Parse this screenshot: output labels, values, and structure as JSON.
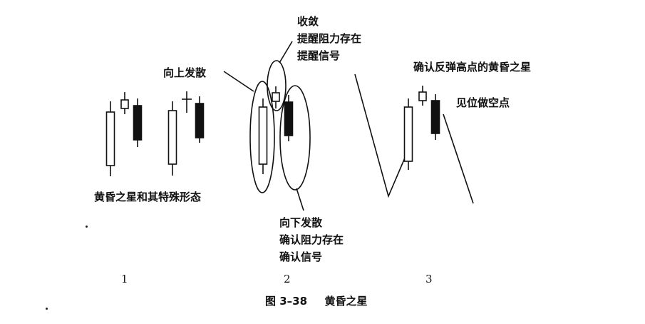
{
  "annotations": {
    "diverge_up": "向上发散",
    "converge_title": "收敛",
    "converge_line1": "提醒阻力存在",
    "converge_line2": "提醒信号",
    "evening_star_special": "黄昏之星和其特殊形态",
    "diverge_down": "向下发散",
    "diverge_down_line1": "确认阻力存在",
    "diverge_down_line2": "确认信号",
    "confirm_rebound_high": "确认反弹高点的黄昏之星",
    "see_short_point": "见位做空点"
  },
  "panels": {
    "label_1": "1",
    "label_2": "2",
    "label_3": "3"
  },
  "caption": {
    "figure_number": "图 3–38",
    "figure_title": "黄昏之星"
  },
  "colors": {
    "ink": "#111111",
    "background": "#ffffff"
  }
}
